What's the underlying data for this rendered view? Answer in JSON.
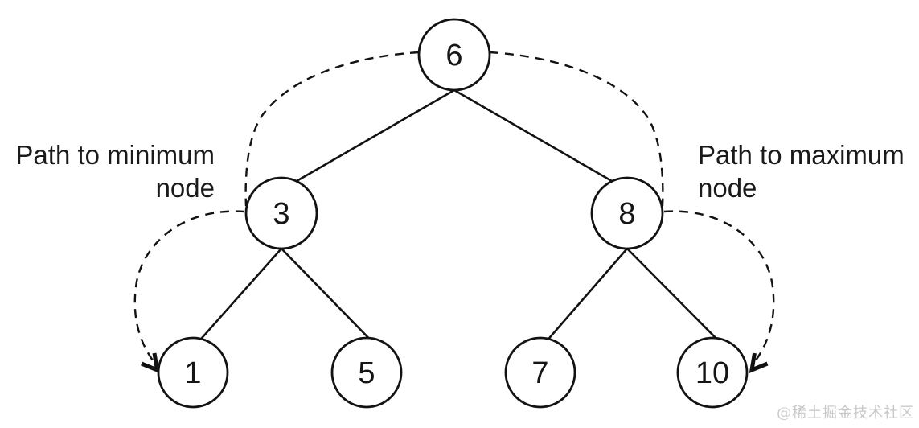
{
  "diagram": {
    "type": "binary-search-tree",
    "nodes": [
      {
        "id": "6",
        "value": "6",
        "role": "root"
      },
      {
        "id": "3",
        "value": "3",
        "parent": "6",
        "side": "left"
      },
      {
        "id": "8",
        "value": "8",
        "parent": "6",
        "side": "right"
      },
      {
        "id": "1",
        "value": "1",
        "parent": "3",
        "side": "left"
      },
      {
        "id": "5",
        "value": "5",
        "parent": "3",
        "side": "right"
      },
      {
        "id": "7",
        "value": "7",
        "parent": "8",
        "side": "left"
      },
      {
        "id": "10",
        "value": "10",
        "parent": "8",
        "side": "right"
      }
    ],
    "edges": [
      [
        "6",
        "3"
      ],
      [
        "6",
        "8"
      ],
      [
        "3",
        "1"
      ],
      [
        "3",
        "5"
      ],
      [
        "8",
        "7"
      ],
      [
        "8",
        "10"
      ]
    ],
    "min_path": {
      "line1": "Path to minimum",
      "line2": "node",
      "route": [
        "6",
        "3",
        "1"
      ]
    },
    "max_path": {
      "line1": "Path to maximum",
      "line2": "node",
      "route": [
        "6",
        "8",
        "10"
      ]
    }
  },
  "watermark": "@稀土掘金技术社区",
  "colors": {
    "line": "#121212",
    "text": "#1a1a1a",
    "watermark": "#c8c8c8",
    "background": "#ffffff"
  }
}
